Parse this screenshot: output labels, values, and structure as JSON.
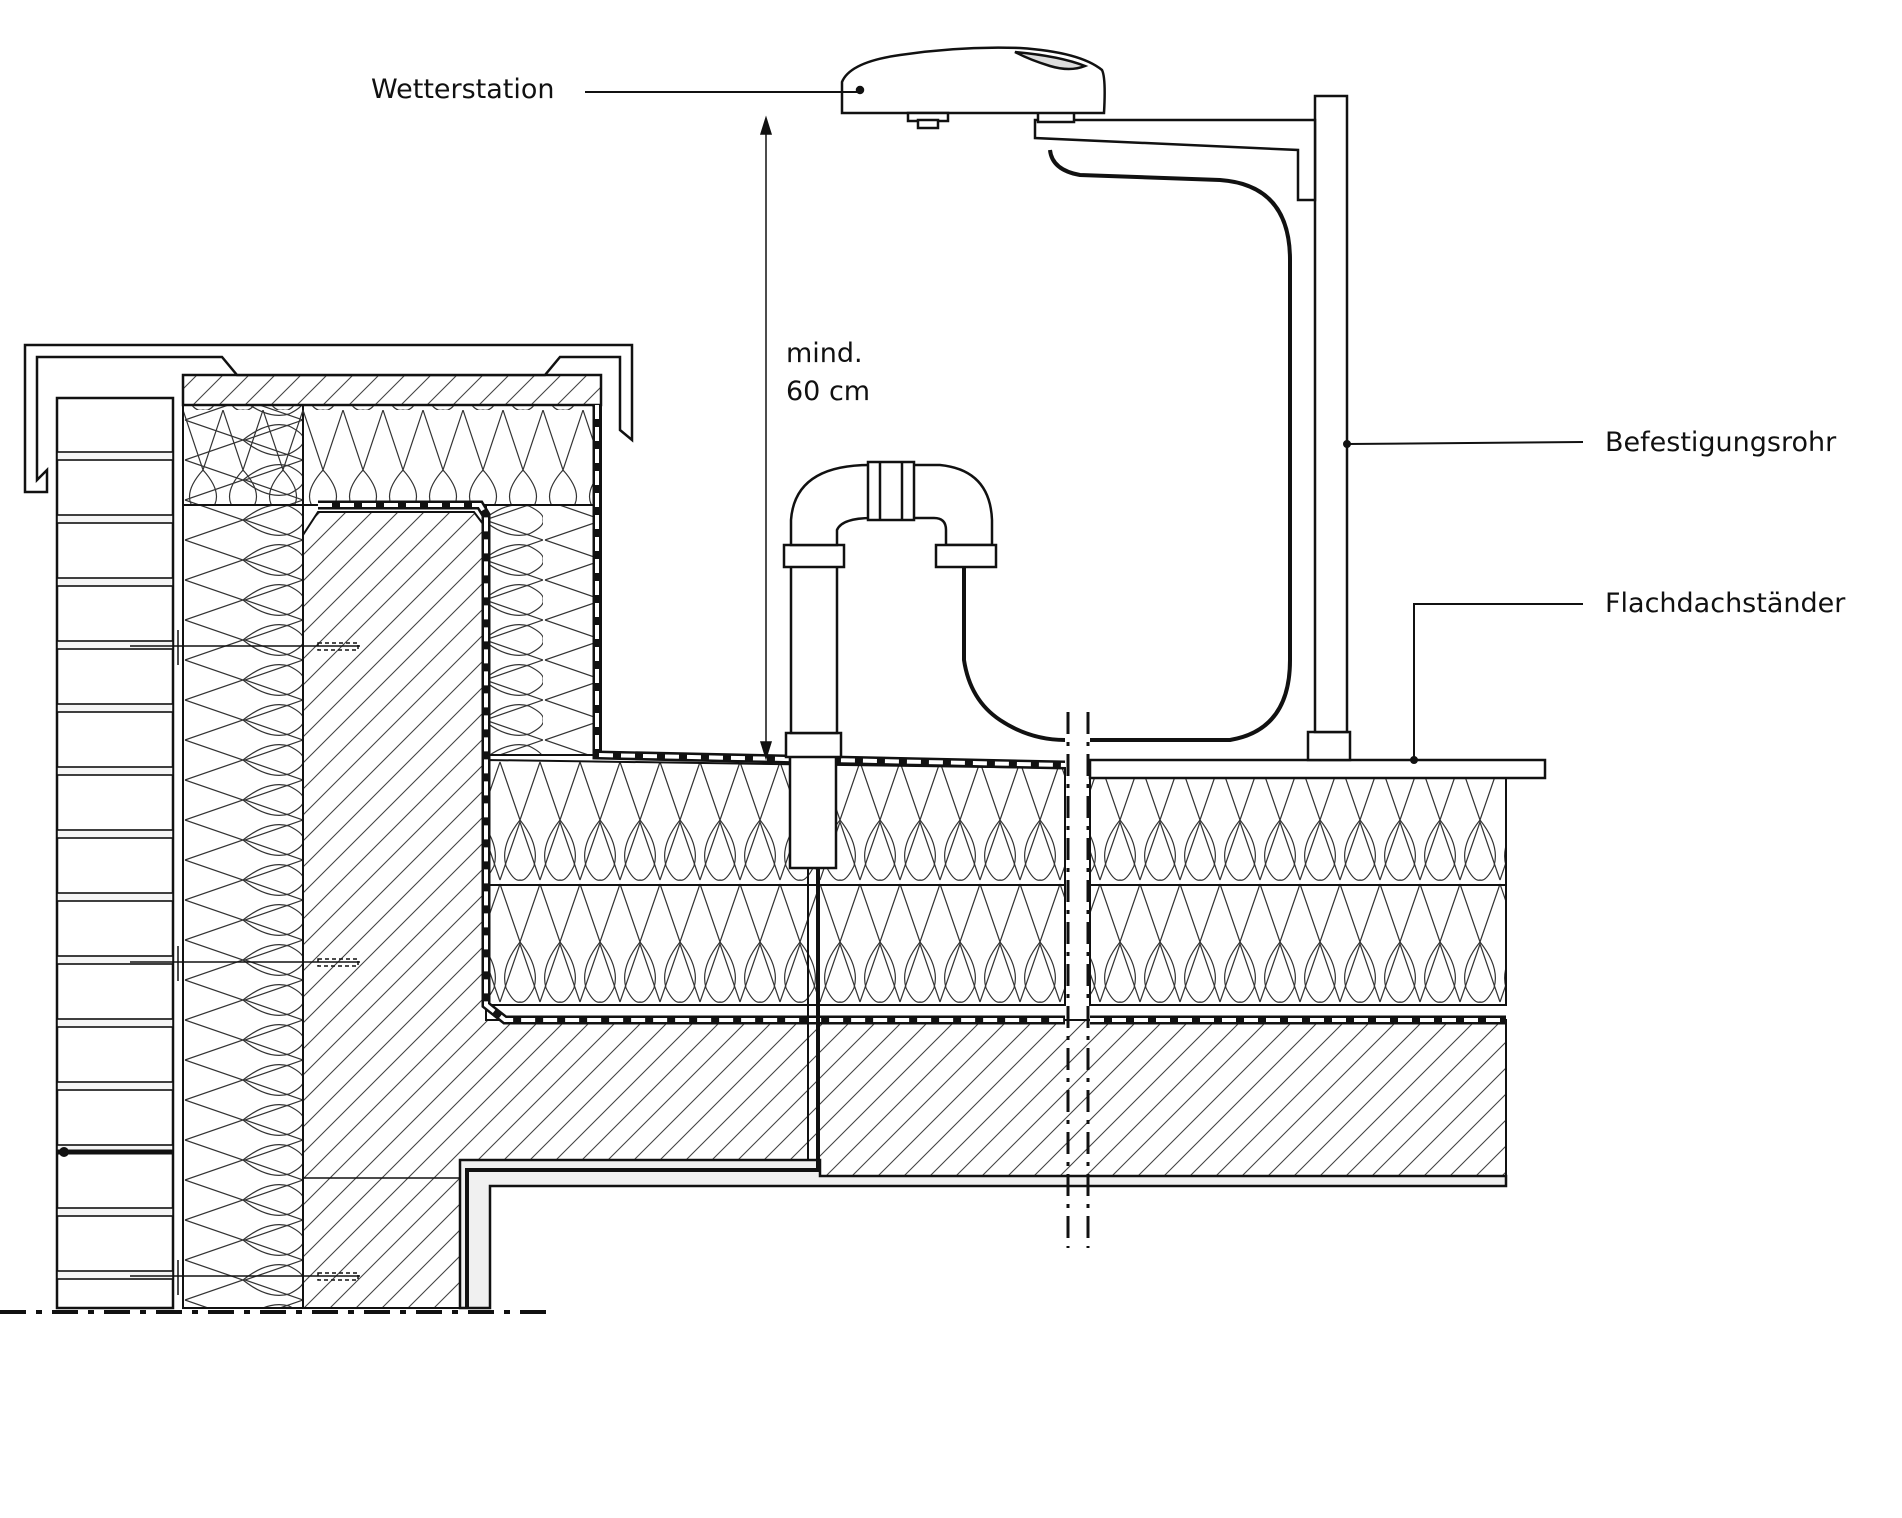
{
  "labels": {
    "weather_station": "Wetterstation",
    "mounting_pipe": "Befestigungsrohr",
    "flat_roof_stand": "Flachdachständer",
    "dimension_line1": "mind.",
    "dimension_line2": "60 cm"
  },
  "colors": {
    "line": "#111111",
    "background": "#ffffff"
  }
}
